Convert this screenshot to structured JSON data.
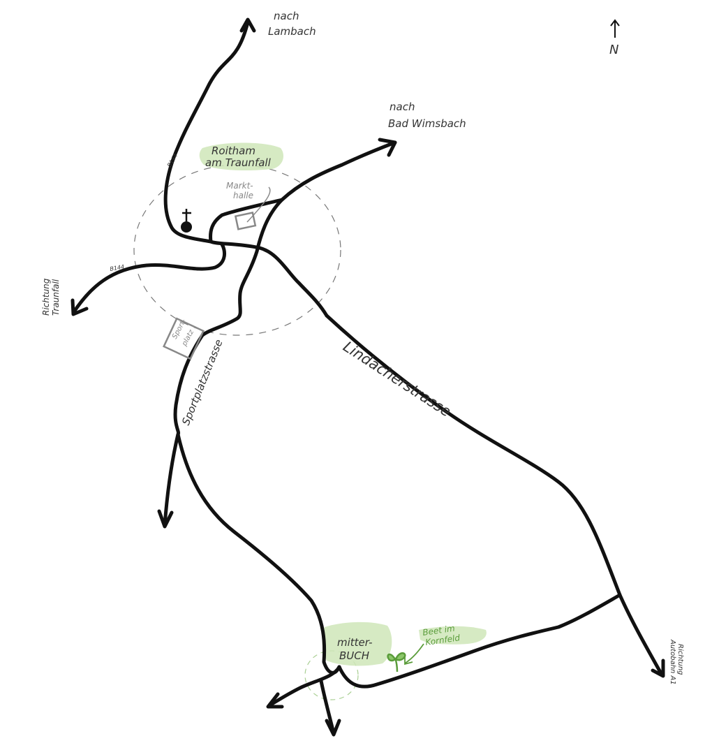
{
  "north": {
    "letter": "N"
  },
  "places": {
    "roitham": {
      "line1": "Roitham",
      "line2": "am Traunfall"
    },
    "mitterbuch": {
      "line1": "mitter-",
      "line2": "BUCH"
    },
    "markthalle": {
      "line1": "Markt-",
      "line2": "halle"
    },
    "sportplatz": {
      "line1": "Sport-",
      "line2": "platz"
    },
    "beet": {
      "line1": "Beet im",
      "line2": "Kornfeld"
    }
  },
  "roads": {
    "b144_upper": "B144",
    "b144_left": "B144",
    "lindacherstrasse": "Lindacherstrasse",
    "sportplatzstrasse": "Sportplatzstrasse"
  },
  "directions": {
    "lambach": {
      "line1": "nach",
      "line2": "Lambach"
    },
    "bad_wimsbach": {
      "line1": "nach",
      "line2": "Bad Wimsbach"
    },
    "traunfall": {
      "line1": "Richtung",
      "line2": "Traunfall"
    },
    "autobahn": {
      "line1": "Richtung",
      "line2": "Autobahn A1"
    }
  },
  "colors": {
    "road": "#111111",
    "highlight": "#cfe6b8",
    "green": "#5a9c3a",
    "gray": "#888888"
  },
  "icons": [
    "church-icon",
    "sprout-icon",
    "north-arrow-icon"
  ]
}
